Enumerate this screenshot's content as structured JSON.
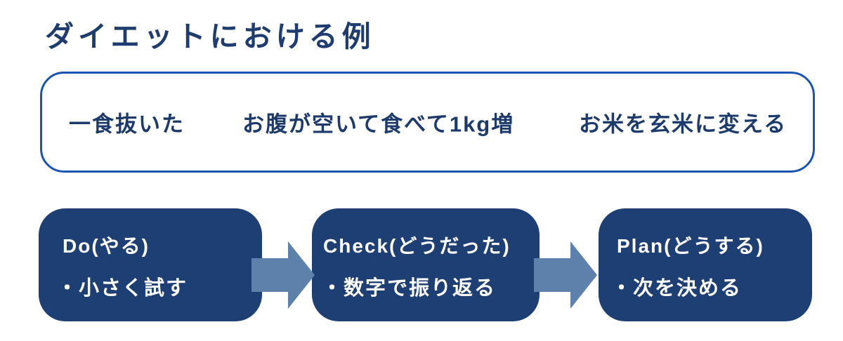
{
  "title": {
    "text": "ダイエットにおける例"
  },
  "example_box": {
    "items": [
      {
        "label": "一食抜いた"
      },
      {
        "label": "お腹が空いて食べて1kg増"
      },
      {
        "label": "お米を玄米に変える"
      }
    ]
  },
  "cycle": {
    "steps": [
      {
        "title": "Do(やる)",
        "bullet": "・小さく試す"
      },
      {
        "title": "Check(どうだった)",
        "bullet": "・数字で振り返る"
      },
      {
        "title": "Plan(どうする)",
        "bullet": "・次を決める"
      }
    ],
    "arrow_icon": "right-block-arrow"
  },
  "colors": {
    "background": "#ffffff",
    "heading_text": "#1e3c6f",
    "example_border": "#1a54b4",
    "example_text": "#1c3a6b",
    "step_box_fill": "#1d3f73",
    "step_text": "#ffffff",
    "arrow_fill": "#5d81ab"
  }
}
